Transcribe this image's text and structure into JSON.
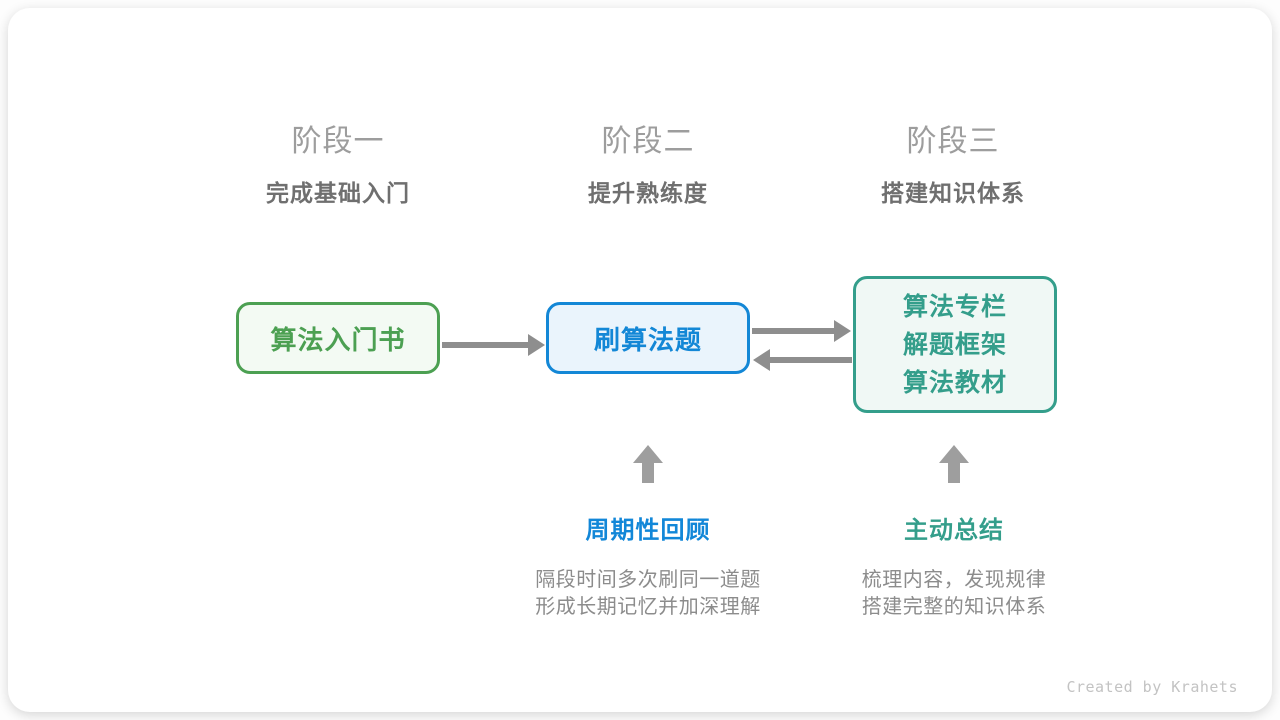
{
  "stages": [
    {
      "title": "阶段一",
      "subtitle": "完成基础入门"
    },
    {
      "title": "阶段二",
      "subtitle": "提升熟练度"
    },
    {
      "title": "阶段三",
      "subtitle": "搭建知识体系"
    }
  ],
  "nodes": [
    {
      "label": "算法入门书"
    },
    {
      "label": "刷算法题"
    },
    {
      "lines": [
        "算法专栏",
        "解题框架",
        "算法教材"
      ]
    }
  ],
  "annotations": [
    {
      "label": "周期性回顾",
      "desc": [
        "隔段时间多次刷同一道题",
        "形成长期记忆并加深理解"
      ]
    },
    {
      "label": "主动总结",
      "desc": [
        "梳理内容，发现规律",
        "搭建完整的知识体系"
      ]
    }
  ],
  "credit": "Created by Krahets",
  "colors": {
    "green": "#4CA052",
    "green-bg": "#F3FAF3",
    "blue": "#1387D6",
    "blue-bg": "#EAF4FC",
    "blue-label": "#1287D8",
    "teal": "#349E8B",
    "teal-bg": "#F0F8F5",
    "arrow": "#8E8E8E",
    "up-arrow": "#9E9E9E",
    "title": "#9D9D9D",
    "subtitle": "#6F6F6F",
    "desc": "#8C8C8C",
    "credit": "#C3C3C3"
  }
}
